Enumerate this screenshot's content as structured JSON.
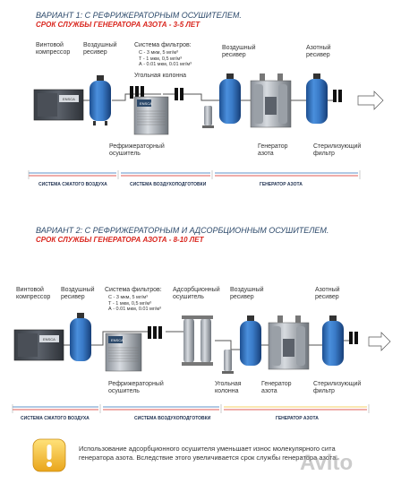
{
  "v1": {
    "title": "ВАРИАНТ 1: С РЕФРИЖЕРАТОРНЫМ ОСУШИТЕЛЕМ.",
    "subtitle": "СРОК СЛУЖБЫ ГЕНЕРАТОРА АЗОТА - 3-5 ЛЕТ",
    "labels": {
      "compressor": [
        "Винтовой",
        "компрессор"
      ],
      "receiver1": [
        "Воздушный",
        "ресивер"
      ],
      "filters_title": "Система фильтров:",
      "filters": [
        "С - 3 мкм, 5 мг/м³",
        "Т - 1 мкм, 0,5 мг/м³",
        "А - 0.01 мкм, 0.01 мг/м³"
      ],
      "carbon": "Угольная колонна",
      "receiver2": [
        "Воздушный",
        "ресивер"
      ],
      "n2receiver": [
        "Азотный",
        "ресивер"
      ],
      "dryer": [
        "Рефрижераторный",
        "осушитель"
      ],
      "generator": [
        "Генератор",
        "азота"
      ],
      "sterile": [
        "Стерилизующий",
        "фильтр"
      ]
    },
    "sections": [
      "СИСТЕМА СЖАТОГО ВОЗДУХА",
      "СИСТЕМА ВОЗДУХОПОДГОТОВКИ",
      "ГЕНЕРАТОР АЗОТА"
    ]
  },
  "v2": {
    "title": "ВАРИАНТ 2: С РЕФРИЖЕРАТОРНЫМ И АДСОРБЦИОННЫМ ОСУШИТЕЛЕМ.",
    "subtitle": "СРОК СЛУЖБЫ ГЕНЕРАТОРА АЗОТА - 8-10 ЛЕТ",
    "labels": {
      "compressor": [
        "Винтовой",
        "компрессор"
      ],
      "receiver1": [
        "Воздушный",
        "ресивер"
      ],
      "filters_title": "Система фильтров:",
      "filters": [
        "С - 3 мкм, 5 мг/м³",
        "Т - 1 мкм, 0,5 мг/м³",
        "А - 0.01 мкм, 0.01 мг/м³"
      ],
      "adsorb": [
        "Адсорбционный",
        "осушитель"
      ],
      "receiver2": [
        "Воздушный",
        "ресивер"
      ],
      "n2receiver": [
        "Азотный",
        "ресивер"
      ],
      "dryer": [
        "Рефрижераторный",
        "осушитель"
      ],
      "carbon": [
        "Угольная",
        "колонна"
      ],
      "generator": [
        "Генератор",
        "азота"
      ],
      "sterile": [
        "Стерилизующий",
        "фильтр"
      ]
    },
    "sections": [
      "СИСТЕМА СЖАТОГО ВОЗДУХА",
      "СИСТЕМА ВОЗДУХОПОДГОТОВКИ",
      "ГЕНЕРАТОР АЗОТА"
    ]
  },
  "note": {
    "text": "Использование адсорбционного осушителя уменьшает износ молекулярного сита генератора азота. Вследствие этого увеличивается срок службы генератора азота."
  },
  "colors": {
    "blue": "#2e6fb8",
    "red": "#d9251d",
    "navy": "#1d2f4f",
    "yellow": "#f2c230"
  }
}
